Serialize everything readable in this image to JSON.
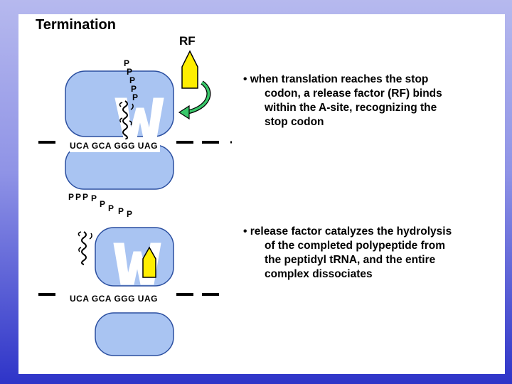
{
  "slide": {
    "title": "Termination",
    "rf_label": "RF",
    "bullets": [
      {
        "lines": [
          "• when translation reaches the stop",
          "codon, a release factor (RF) binds",
          "within the A-site, recognizing the",
          "stop codon"
        ]
      },
      {
        "lines": [
          "• release factor catalyzes the hydrolysis",
          "of the completed polypeptide from",
          "the peptidyl tRNA, and the entire",
          "complex dissociates"
        ]
      }
    ],
    "mrna_top": "UCA GCA GGG UAG",
    "mrna_bottom": "UCA GCA GGG UAG",
    "peptide_top": [
      "P",
      "P",
      "P",
      "P",
      "P"
    ],
    "peptide_bottom": [
      "P",
      "P",
      "P",
      "P",
      "P",
      "P",
      "P",
      "P"
    ]
  },
  "colors": {
    "ribosome": "#a9c4f2",
    "release_factor": "#ffee00",
    "arrow": "#39c76a",
    "background_top": "#b6b9ee",
    "background_bottom": "#2e34c8"
  },
  "icons": {
    "release_factor": "pentagon-arrow-icon",
    "bind_arrow": "curved-arrow-icon",
    "trna": "trna-cloverleaf-icon"
  }
}
